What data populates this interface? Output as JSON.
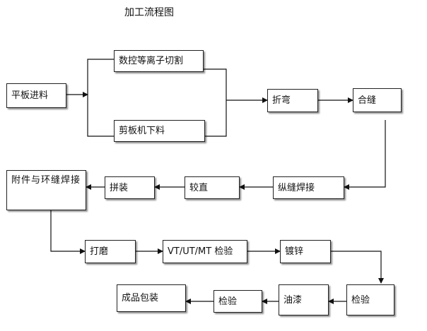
{
  "title": "加工流程图",
  "steps": {
    "feed": "平板进料",
    "plasma": "数控等离子切割",
    "shear": "剪板机下料",
    "bend": "折弯",
    "seam": "合缝",
    "longweld": "纵缝焊接",
    "straighten": "较直",
    "assemble": "拼装",
    "attach": "附件与环缝焊接",
    "grind": "打磨",
    "inspect_ndt": "VT/UT/MT 检验",
    "galvanize": "镀锌",
    "inspect": "检验",
    "paint": "油漆",
    "inspect_final": "检验",
    "package": "成品包装"
  }
}
